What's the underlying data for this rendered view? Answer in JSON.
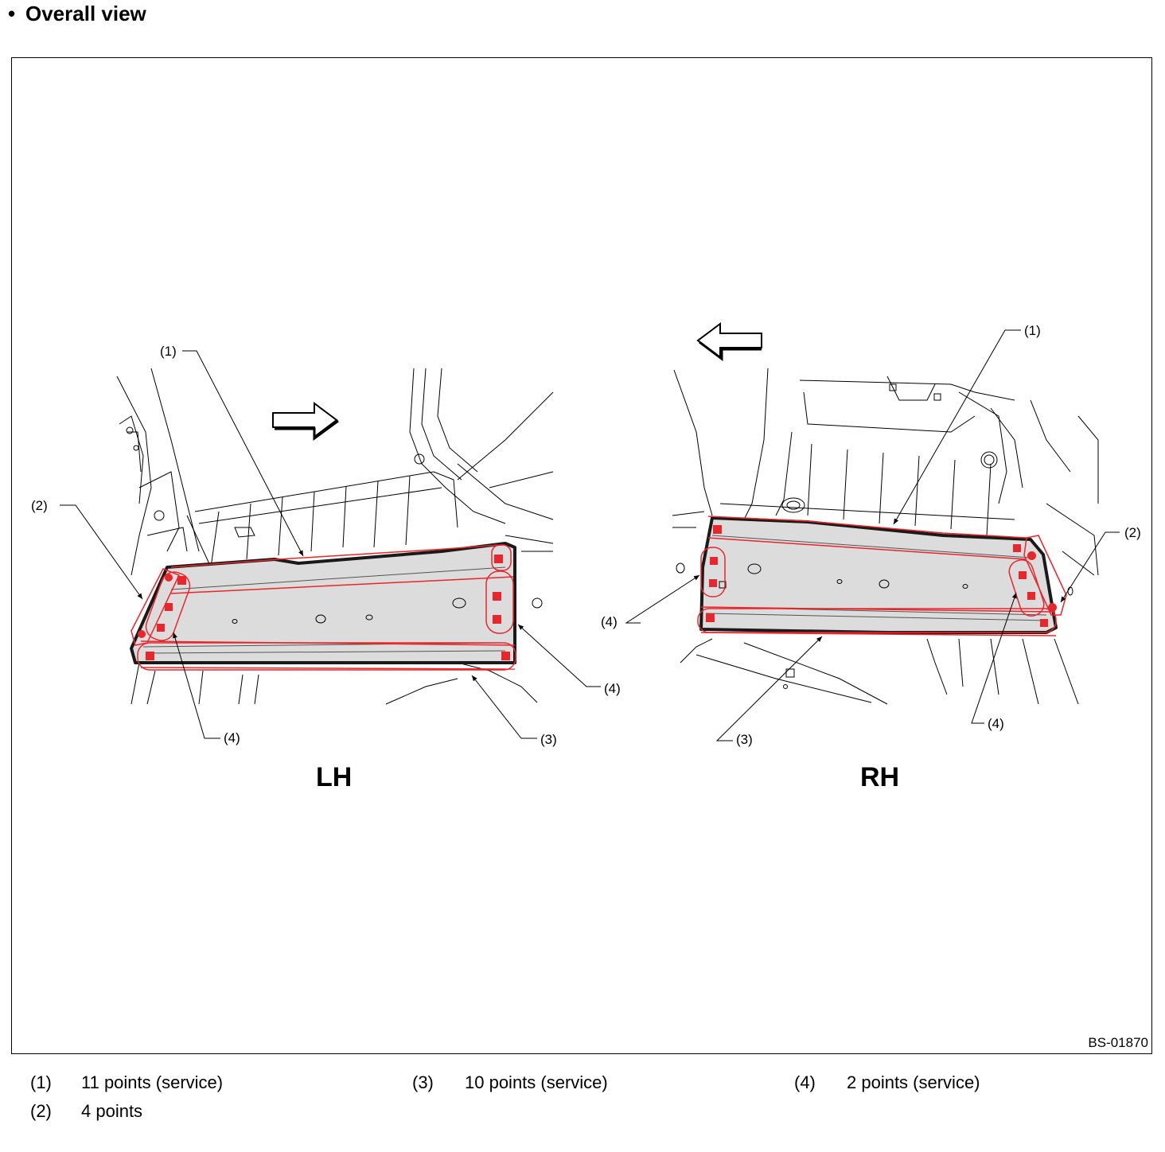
{
  "heading": {
    "bullet": "•",
    "title": "Overall view"
  },
  "figure": {
    "code": "BS-01870",
    "lh": {
      "side_label": "LH",
      "callouts": [
        "(1)",
        "(2)",
        "(3)",
        "(4)",
        "(4)"
      ]
    },
    "rh": {
      "side_label": "RH",
      "callouts": [
        "(1)",
        "(2)",
        "(3)",
        "(4)",
        "(4)"
      ]
    },
    "colors": {
      "spot": "#e8262b",
      "panel": "#dcdcdc",
      "outline": "#1a1a1a"
    }
  },
  "legend": [
    {
      "num": "(1)",
      "text": "11 points (service)"
    },
    {
      "num": "(2)",
      "text": "4 points"
    },
    {
      "num": "(3)",
      "text": "10 points (service)"
    },
    {
      "num": "(4)",
      "text": "2 points (service)"
    }
  ]
}
